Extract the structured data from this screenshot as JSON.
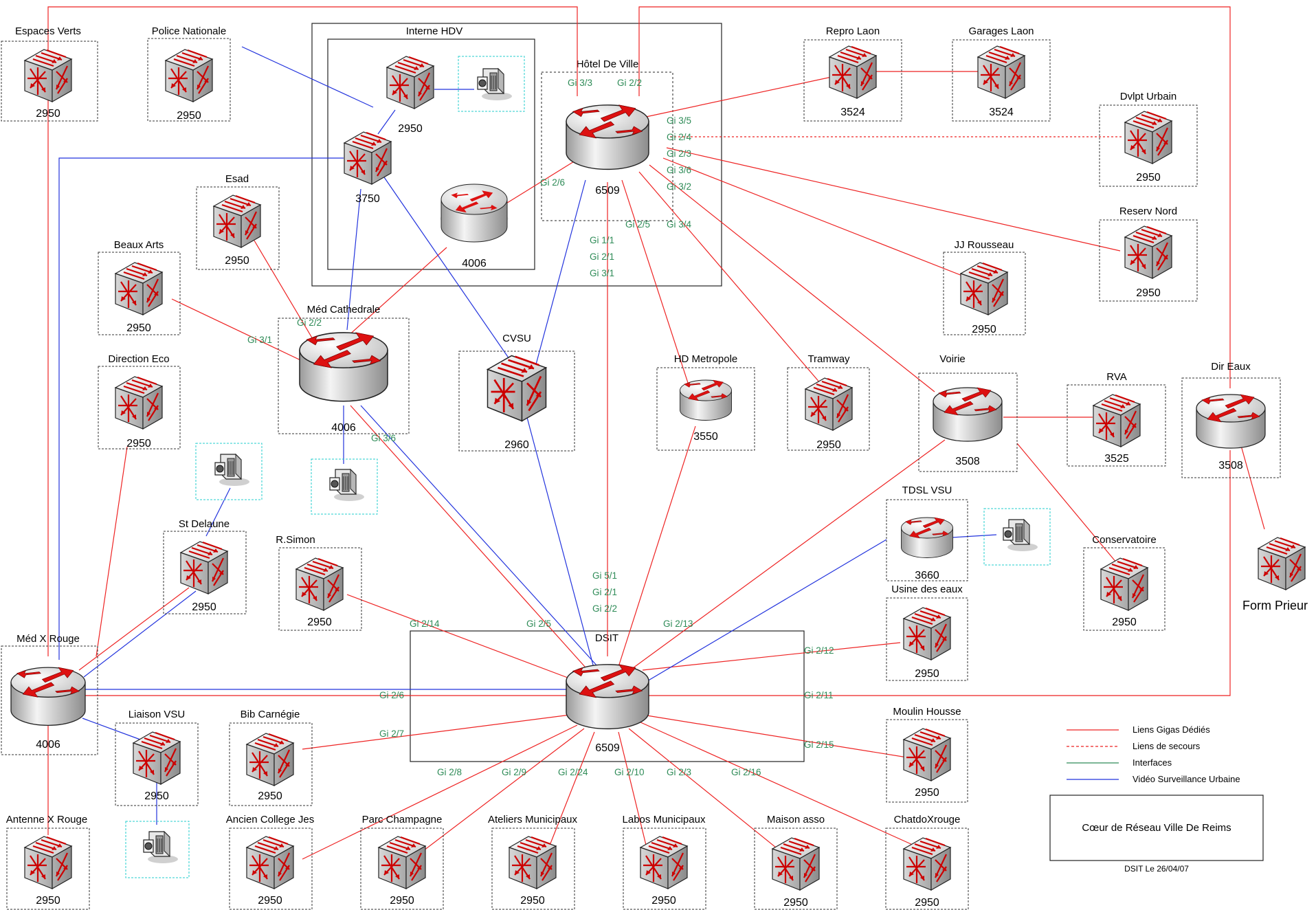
{
  "colors": {
    "dedicated": "#ee2222",
    "backup": "#ee2222",
    "interface": "#2e8b57",
    "video": "#2233dd"
  },
  "groups": {
    "interne_hdv": "Interne HDV",
    "hotel_de_ville": "Hôtel De Ville",
    "dsit": "DSIT"
  },
  "devices": {
    "espaces_verts": {
      "label": "Espaces Verts",
      "model": "2950"
    },
    "police_nationale": {
      "label": "Police Nationale",
      "model": "2950"
    },
    "hdv_2950": {
      "label": "",
      "model": "2950"
    },
    "hdv_3750": {
      "label": "",
      "model": "3750"
    },
    "hdv_4006": {
      "label": "",
      "model": "4006"
    },
    "hdv_6509": {
      "label": "",
      "model": "6509"
    },
    "repro_laon": {
      "label": "Repro Laon",
      "model": "3524"
    },
    "garages_laon": {
      "label": "Garages Laon",
      "model": "3524"
    },
    "dvlpt_urbain": {
      "label": "Dvlpt Urbain",
      "model": "2950"
    },
    "reserv_nord": {
      "label": "Reserv Nord",
      "model": "2950"
    },
    "jj_rousseau": {
      "label": "JJ Rousseau",
      "model": "2950"
    },
    "esad": {
      "label": "Esad",
      "model": "2950"
    },
    "beaux_arts": {
      "label": "Beaux Arts",
      "model": "2950"
    },
    "med_cathedrale": {
      "label": "Méd Cathedrale",
      "model": "4006"
    },
    "cvsu": {
      "label": "CVSU",
      "model": "2960"
    },
    "hd_metropole": {
      "label": "HD Metropole",
      "model": "3550"
    },
    "tramway": {
      "label": "Tramway",
      "model": "2950"
    },
    "voirie": {
      "label": "Voirie",
      "model": "3508"
    },
    "rva": {
      "label": "RVA",
      "model": "3525"
    },
    "dir_eaux": {
      "label": "Dir Eaux",
      "model": "3508"
    },
    "direction_eco": {
      "label": "Direction Eco",
      "model": "2950"
    },
    "st_delaune": {
      "label": "St Delaune",
      "model": "2950"
    },
    "r_simon": {
      "label": "R.Simon",
      "model": "2950"
    },
    "tdsl_vsu": {
      "label": "TDSL VSU",
      "model": "3660"
    },
    "usine_eaux": {
      "label": "Usine des eaux",
      "model": "2950"
    },
    "conservatoire": {
      "label": "Conservatoire",
      "model": "2950"
    },
    "form_prieur": {
      "label": "Form Prieur",
      "model": ""
    },
    "med_x_rouge": {
      "label": "Méd X Rouge",
      "model": "4006"
    },
    "dsit_6509": {
      "label": "",
      "model": "6509"
    },
    "liaison_vsu": {
      "label": "Liaison VSU",
      "model": "2950"
    },
    "bib_carnegie": {
      "label": "Bib Carnégie",
      "model": "2950"
    },
    "moulin_housse": {
      "label": "Moulin Housse",
      "model": "2950"
    },
    "antenne_x_rouge": {
      "label": "Antenne X Rouge",
      "model": "2950"
    },
    "ancien_college": {
      "label": "Ancien College Jes",
      "model": "2950"
    },
    "parc_champagne": {
      "label": "Parc Champagne",
      "model": "2950"
    },
    "ateliers_muni": {
      "label": "Ateliers Municipaux",
      "model": "2950"
    },
    "labos_muni": {
      "label": "Labos Municipaux",
      "model": "2950"
    },
    "maison_asso": {
      "label": "Maison asso",
      "model": "2950"
    },
    "chatdoxrouge": {
      "label": "ChatdoXrouge",
      "model": "2950"
    }
  },
  "ports": {
    "hdv_gi33": "Gi 3/3",
    "hdv_gi22": "Gi 2/2",
    "hdv_gi35": "Gi 3/5",
    "hdv_gi24": "Gi 2/4",
    "hdv_gi23": "Gi 2/3",
    "hdv_gi36": "Gi 3/6",
    "hdv_gi32": "Gi 3/2",
    "hdv_gi26": "Gi 2/6",
    "hdv_gi25": "Gi 2/5",
    "hdv_gi34": "Gi 3/4",
    "hdv_gi11": "Gi 1/1",
    "hdv_gi21": "Gi 2/1",
    "hdv_gi31": "Gi 3/1",
    "cat_gi22": "Gi 2/2",
    "cat_gi31": "Gi 3/1",
    "cat_gi36": "Gi 3/6",
    "dsit_gi51": "Gi 5/1",
    "dsit_gi21": "Gi 2/1",
    "dsit_gi22": "Gi 2/2",
    "dsit_gi214": "Gi 2/14",
    "dsit_gi25": "Gi 2/5",
    "dsit_gi213": "Gi 2/13",
    "dsit_gi212": "Gi 2/12",
    "dsit_gi26": "Gi 2/6",
    "dsit_gi211": "Gi 2/11",
    "dsit_gi27": "Gi 2/7",
    "dsit_gi215": "Gi 2/15",
    "dsit_gi28": "Gi 2/8",
    "dsit_gi29": "Gi 2/9",
    "dsit_gi224": "Gi 2/24",
    "dsit_gi210": "Gi 2/10",
    "dsit_gi23": "Gi 2/3",
    "dsit_gi216": "Gi 2/16"
  },
  "legend": {
    "items": [
      "Liens Gigas Dédiés",
      "Liens de secours",
      "Interfaces",
      "Vidéo Surveillance Urbaine"
    ],
    "title": "Cœur de Réseau Ville De Reims",
    "footer": "DSIT Le 26/04/07"
  }
}
